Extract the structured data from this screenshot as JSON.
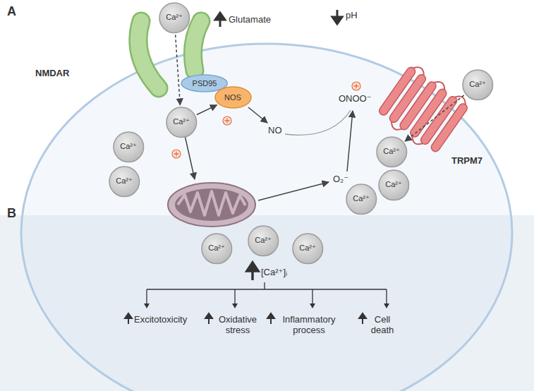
{
  "diagram": {
    "nodes": [
      {
        "text": [
          "Ca²⁺"
        ]
      },
      {
        "text": [
          "PSD95"
        ]
      },
      {
        "text": [
          "NOS"
        ]
      },
      {
        "text": [
          "Ca²⁺"
        ]
      },
      {
        "text": [
          "Ca²⁺"
        ]
      },
      {
        "text": [
          "Ca²⁺"
        ]
      },
      {
        "text": [
          "Ca²⁺"
        ]
      },
      {
        "text": [
          "Ca²⁺"
        ]
      },
      {
        "text": [
          "Ca²⁺"
        ]
      },
      {
        "text": [
          "Ca²⁺"
        ]
      },
      {
        "text": [
          "Ca²⁺"
        ]
      },
      {
        "text": [
          "Ca²⁺"
        ]
      },
      {
        "text": [
          "Ca²⁺"
        ]
      }
    ],
    "edges": [
      {
        "from": 0,
        "to": 4,
        "arrow": "to"
      },
      {
        "from": 4,
        "to": 2,
        "arrow": "to"
      },
      {
        "from": 3,
        "to": 7,
        "arrow": "to"
      }
    ],
    "labels": [
      "A",
      "Glutamate",
      "pH",
      "NMDAR",
      "NO",
      "ONOO⁻",
      "TRPM7",
      "O₂⁻",
      "B",
      "[Ca²⁺]ᵢ",
      "Excitotoxicity",
      "Oxidative stress",
      "Inflammatory process",
      "Cell death"
    ]
  }
}
